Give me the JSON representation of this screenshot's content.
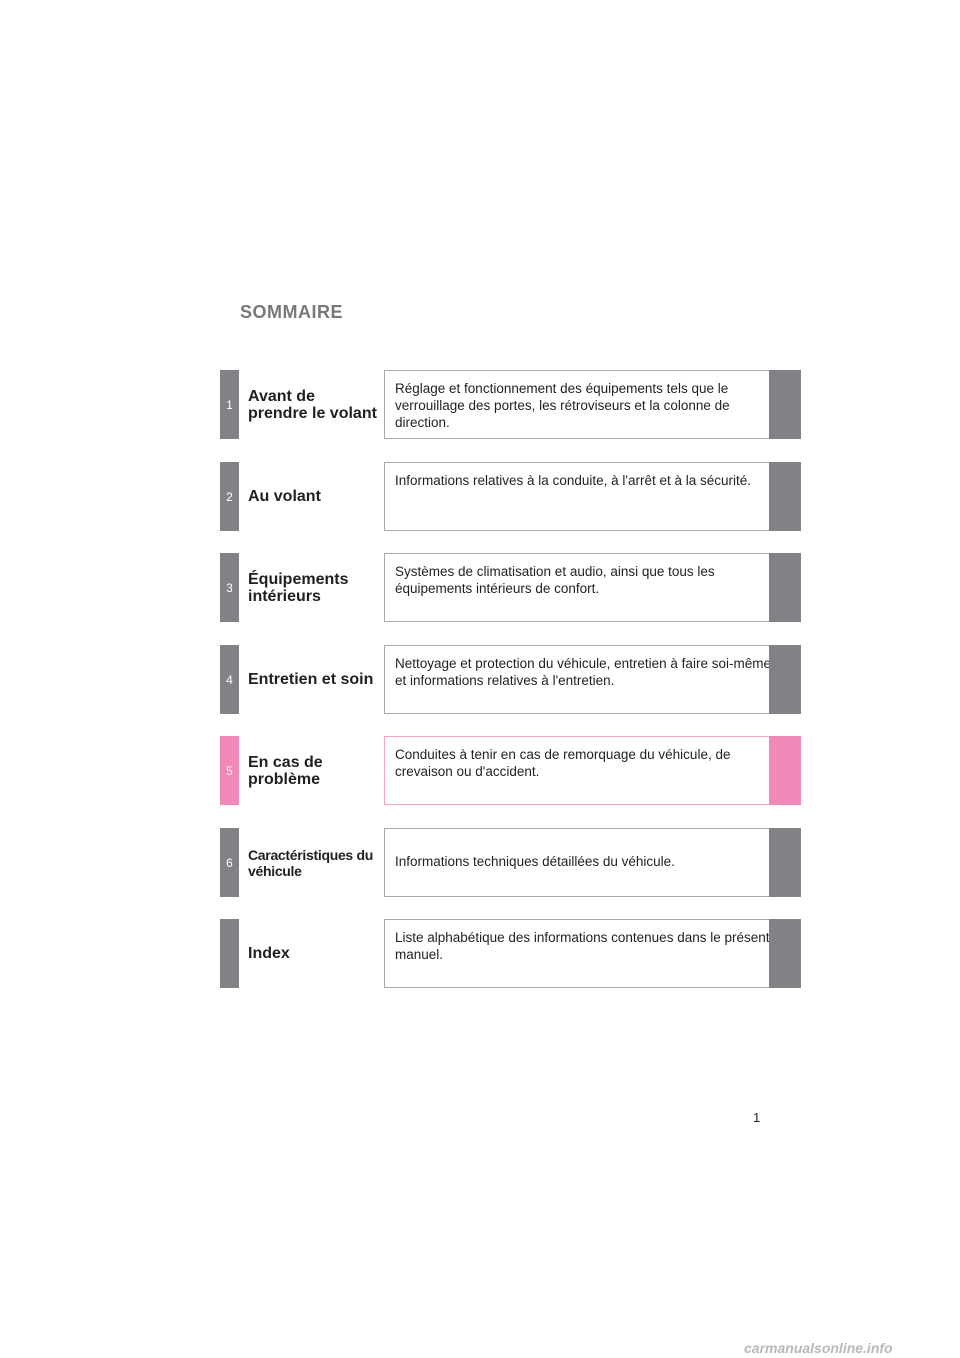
{
  "title": "SOMMAIRE",
  "entries": [
    {
      "number": "1",
      "heading": "Avant de prendre le volant",
      "description": "Réglage et fonctionnement des équipements tels que le verrouillage des portes, les rétroviseurs et la colonne de direction."
    },
    {
      "number": "2",
      "heading": "Au volant",
      "description": "Informations relatives à la conduite, à l'arrêt et à la sécurité."
    },
    {
      "number": "3",
      "heading": "Équipements intérieurs",
      "description": "Systèmes de climatisation et audio, ainsi que tous les équipements intérieurs de confort."
    },
    {
      "number": "4",
      "heading": "Entretien et soin",
      "description": "Nettoyage et protection du véhicule, entretien à faire soi-même et informations relatives à l'entretien."
    },
    {
      "number": "5",
      "heading": "En cas de problème",
      "description": "Conduites à tenir en cas de remorquage du véhicule, de crevaison ou d'accident."
    },
    {
      "number": "6",
      "heading": "Caractéristiques du véhicule",
      "description": "Informations techniques détaillées du véhicule."
    },
    {
      "number": "",
      "heading": "Index",
      "description": "Liste alphabétique des informations contenues dans le présent manuel."
    }
  ],
  "page_number": "1",
  "watermark": "carmanualsonline.info",
  "colors": {
    "gray_tab": "#808285",
    "pink_tab": "#f088b8"
  }
}
